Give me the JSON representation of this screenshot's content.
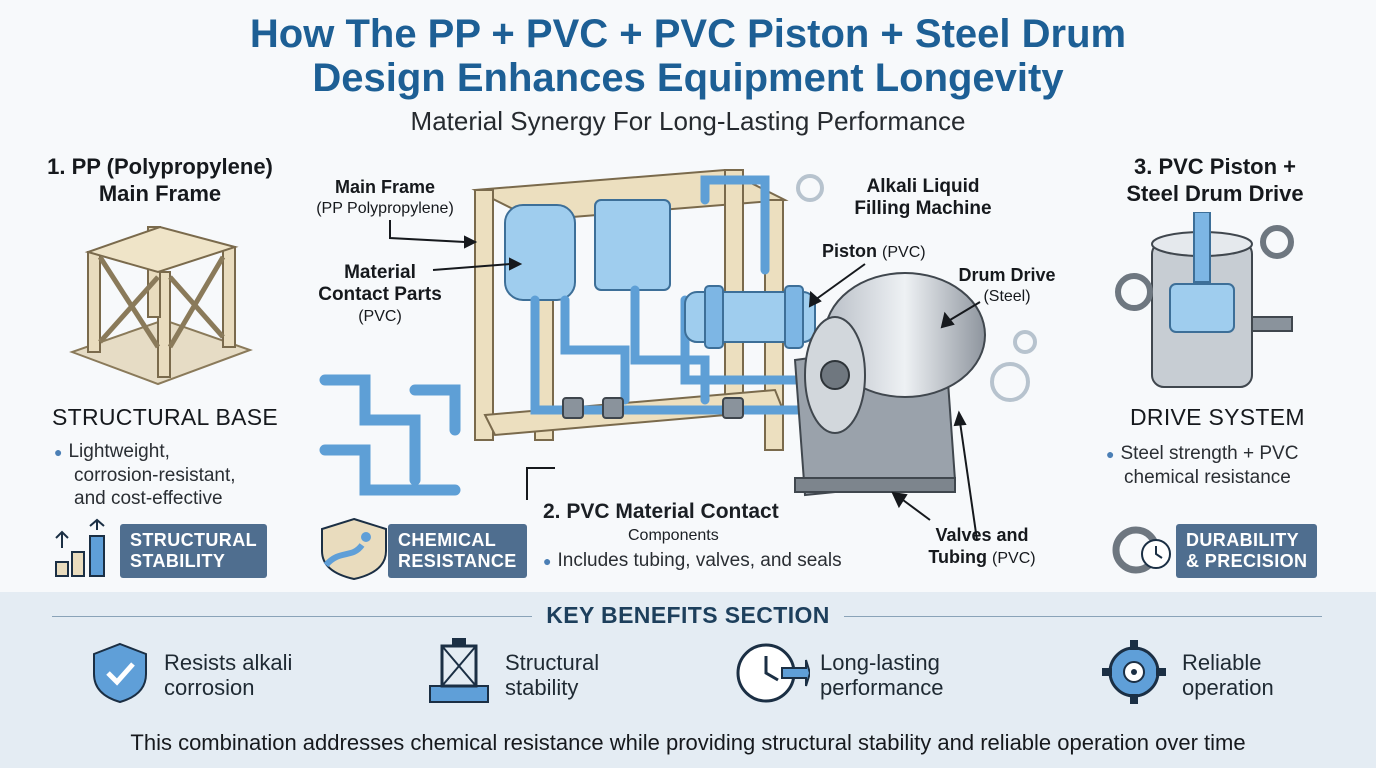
{
  "header": {
    "title_line1": "How The PP + PVC + PVC Piston + Steel Drum",
    "title_line2": "Design Enhances Equipment Longevity",
    "subtitle": "Material Synergy For Long-Lasting Performance"
  },
  "left": {
    "heading_line1": "1. PP (Polypropylene)",
    "heading_line2": "Main Frame",
    "section": "STRUCTURAL BASE",
    "bullet_line1": "Lightweight,",
    "bullet_line2": "corrosion-resistant,",
    "bullet_line3": "and cost-effective",
    "badge_line1": "STRUCTURAL",
    "badge_line2": "STABILITY"
  },
  "center": {
    "main_frame": "Main Frame",
    "main_frame_sub": "(PP Polypropylene)",
    "machine_line1": "Alkali Liquid",
    "machine_line2": "Filling Machine",
    "piston": "Piston",
    "piston_sub": "(PVC)",
    "contact_line1": "Material",
    "contact_line2": "Contact Parts",
    "contact_sub": "(PVC)",
    "drum": "Drum Drive",
    "drum_sub": "(Steel)",
    "valves_line1": "Valves and",
    "valves_line2": "Tubing",
    "valves_sub": "(PVC)",
    "heading": "2. PVC Material Contact",
    "heading_sub": "Components",
    "bullet": "Includes tubing, valves, and seals",
    "badge_line1": "CHEMICAL",
    "badge_line2": "RESISTANCE"
  },
  "right": {
    "heading_line1": "3. PVC Piston +",
    "heading_line2": "Steel Drum Drive",
    "section": "DRIVE SYSTEM",
    "bullet_line1": "Steel strength + PVC",
    "bullet_line2": "chemical resistance",
    "badge_line1": "DURABILITY",
    "badge_line2": "& PRECISION"
  },
  "benefits": {
    "title": "KEY BENEFITS SECTION",
    "items": [
      {
        "line1": "Resists alkali",
        "line2": "corrosion",
        "icon": "shield-check-icon"
      },
      {
        "line1": "Structural",
        "line2": "stability",
        "icon": "structure-icon"
      },
      {
        "line1": "Long-lasting",
        "line2": "performance",
        "icon": "clock-arrow-icon"
      },
      {
        "line1": "Reliable",
        "line2": "operation",
        "icon": "gear-target-icon"
      }
    ]
  },
  "footer": "This combination addresses chemical resistance while providing structural stability and reliable operation over time"
}
